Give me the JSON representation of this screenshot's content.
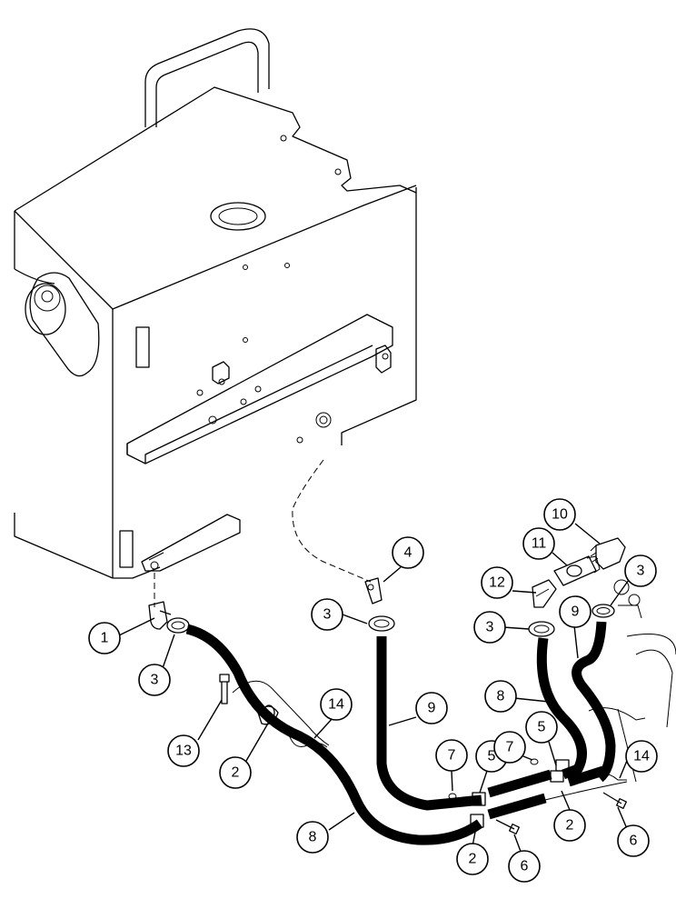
{
  "callouts": [
    {
      "label": "1"
    },
    {
      "label": "3"
    },
    {
      "label": "13"
    },
    {
      "label": "2"
    },
    {
      "label": "14"
    },
    {
      "label": "8"
    },
    {
      "label": "3"
    },
    {
      "label": "4"
    },
    {
      "label": "9"
    },
    {
      "label": "7"
    },
    {
      "label": "5"
    },
    {
      "label": "2"
    },
    {
      "label": "6"
    },
    {
      "label": "10"
    },
    {
      "label": "11"
    },
    {
      "label": "12"
    },
    {
      "label": "3"
    },
    {
      "label": "3"
    },
    {
      "label": "9"
    },
    {
      "label": "8"
    },
    {
      "label": "7"
    },
    {
      "label": "5"
    },
    {
      "label": "14"
    },
    {
      "label": "2"
    },
    {
      "label": "6"
    }
  ]
}
